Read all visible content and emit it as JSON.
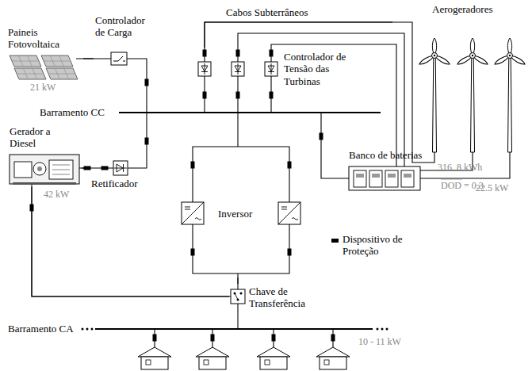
{
  "diagram": {
    "nodes": [
      {
        "text": [
          "Paineis Fotovoltaica"
        ]
      },
      {
        "text": [
          "Controlador de Carga"
        ]
      },
      {
        "text": [
          "Gerador a Diesel"
        ]
      },
      {
        "text": [
          "Retificador"
        ]
      },
      {
        "text": [
          "Inversor"
        ]
      },
      {
        "text": [
          "Banco de baterias"
        ]
      },
      {
        "text": [
          "Controlador de Tensão das Turbinas"
        ]
      },
      {
        "text": [
          "Aerogeradores"
        ]
      },
      {
        "text": [
          "Chave de Transferência"
        ]
      }
    ],
    "edges": [
      {
        "from": 0,
        "to": 1,
        "arrow": "none"
      },
      {
        "from": 2,
        "to": 3,
        "arrow": "none"
      },
      {
        "from": 2,
        "to": 8,
        "arrow": "none"
      },
      {
        "from": 4,
        "to": 8,
        "arrow": "none"
      },
      {
        "from": 6,
        "to": 7,
        "arrow": "none"
      }
    ],
    "labels": [
      "21 kW",
      "Cabos Subterrâneos",
      "22.5 kW",
      "Barramento CC",
      "42 kW",
      "316. 8 kWh",
      "DOD = 0.3",
      "Barramento CA",
      "10 - 11 kW"
    ],
    "legend": [
      {
        "text": "Dispositivo de Proteção",
        "color": "#000000"
      }
    ]
  }
}
